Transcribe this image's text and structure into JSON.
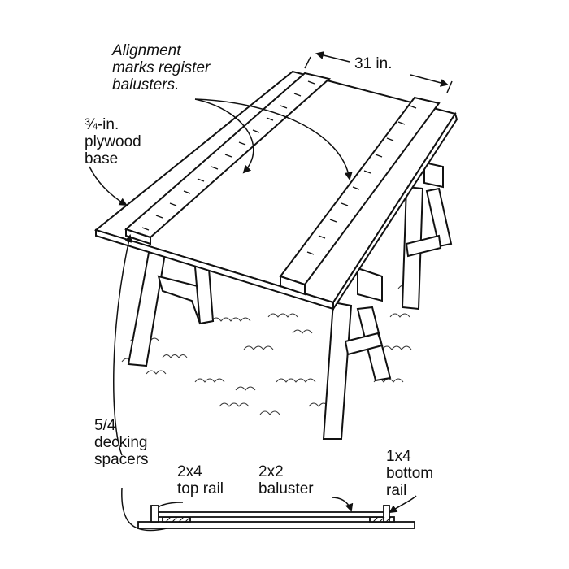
{
  "labels": {
    "alignment": [
      "Alignment",
      "marks register",
      "balusters."
    ],
    "width_dim": "31 in.",
    "plywood": [
      "¾-in.",
      "plywood",
      "base"
    ],
    "spacers": [
      "5/4",
      "decking",
      "spacers"
    ],
    "top_rail": [
      "2x4",
      "top rail"
    ],
    "baluster": [
      "2x2",
      "baluster"
    ],
    "bottom_rail": [
      "1x4",
      "bottom",
      "rail"
    ]
  },
  "colors": {
    "ink": "#111111",
    "paper": "#ffffff"
  }
}
